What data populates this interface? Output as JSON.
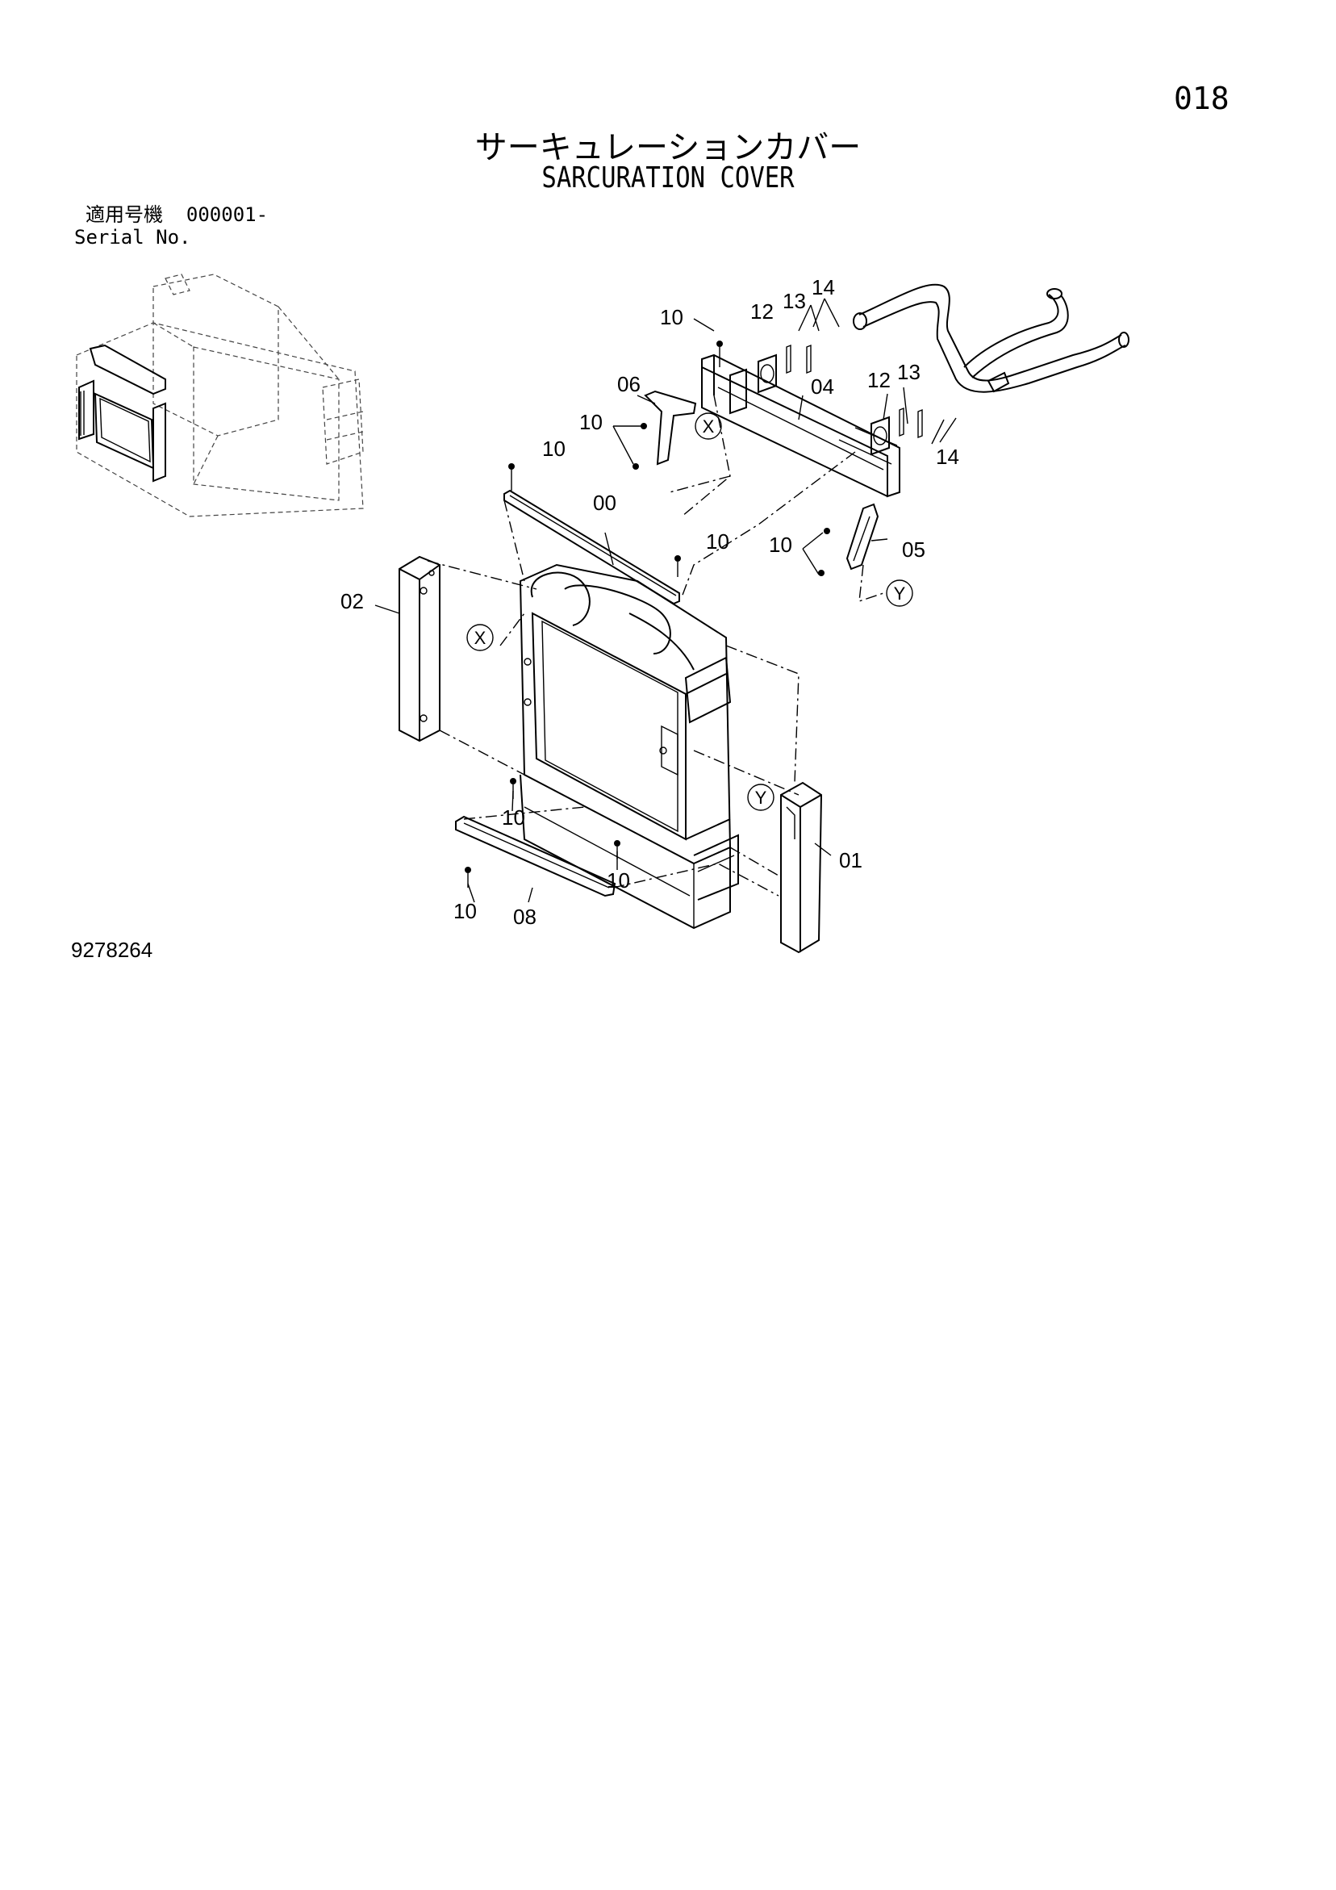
{
  "page_number": "018",
  "title_jp": "サーキュレーションカバー",
  "title_en": "SARCURATION COVER",
  "serial": {
    "label_jp": "適用号機",
    "value": "000001-",
    "label_en": "Serial No."
  },
  "drawing_number": "9278264",
  "callouts": {
    "c10_top": "10",
    "c12_a": "12",
    "c13_a": "13",
    "c14_a": "14",
    "c06": "06",
    "c04": "04",
    "c12_b": "12",
    "c13_b": "13",
    "c10_left": "10",
    "c10_mid": "10",
    "c14_b": "14",
    "c00": "00",
    "c10_center": "10",
    "c10_right": "10",
    "c05": "05",
    "c02": "02",
    "c10_bottom_a": "10",
    "c10_bottom_b": "10",
    "c10_bottom_c": "10",
    "c08": "08",
    "c01": "01"
  },
  "ref_marks": {
    "x1": "X",
    "x2": "X",
    "y1": "Y",
    "y2": "Y"
  },
  "icons": [
    "machine-overview-thumbnail",
    "radiator-frame",
    "hose-pipe",
    "bolt"
  ]
}
